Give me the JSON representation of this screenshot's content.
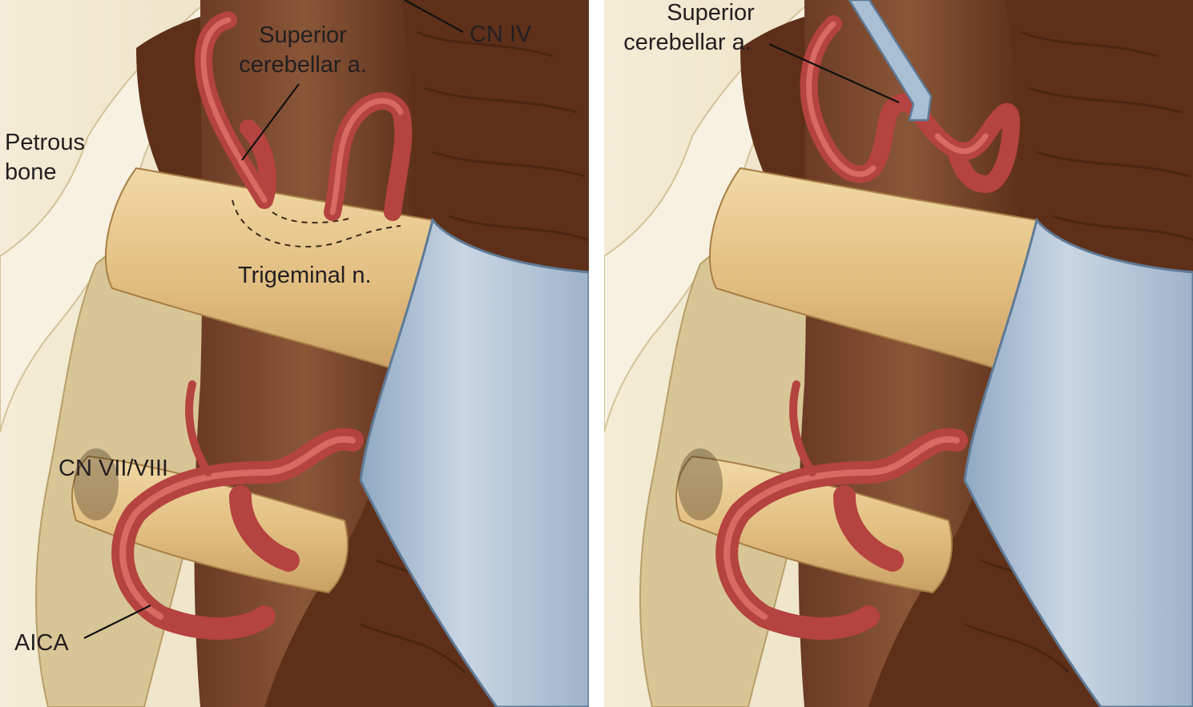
{
  "panels": [
    {
      "labels": {
        "superior_cerebellar_line1": "Superior",
        "superior_cerebellar_line2": "cerebellar a.",
        "cn_iv": "CN IV",
        "petrous_line1": "Petrous",
        "petrous_line2": "bone",
        "trigeminal": "Trigeminal n.",
        "cn_vii_viii": "CN VII/VIII",
        "aica": "AICA"
      }
    },
    {
      "labels": {
        "superior_cerebellar_line1": "Superior",
        "superior_cerebellar_line2": "cerebellar a."
      }
    }
  ],
  "colors": {
    "petrous_bone": "#ede3c8",
    "cerebellum": "#5e3019",
    "brainstem": "#7d4a33",
    "nerve": "#e8c88e",
    "artery": "#c0504d",
    "retractor": "#a9bfd4"
  }
}
